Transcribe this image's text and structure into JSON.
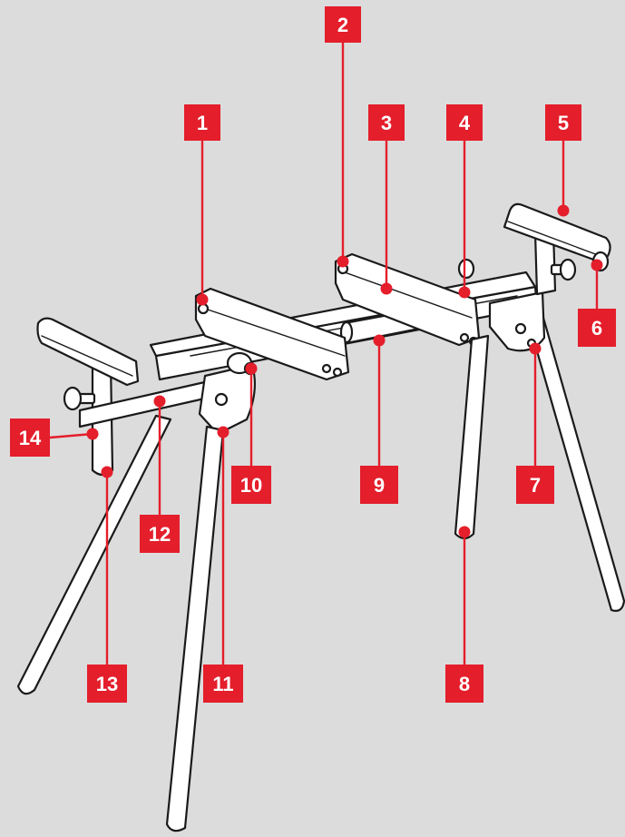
{
  "callouts": [
    {
      "number": "1"
    },
    {
      "number": "2"
    },
    {
      "number": "3"
    },
    {
      "number": "4"
    },
    {
      "number": "5"
    },
    {
      "number": "6"
    },
    {
      "number": "7"
    },
    {
      "number": "8"
    },
    {
      "number": "9"
    },
    {
      "number": "10"
    },
    {
      "number": "11"
    },
    {
      "number": "12"
    },
    {
      "number": "13"
    },
    {
      "number": "14"
    }
  ],
  "colors": {
    "background": "#dcdcdc",
    "callout_red": "#e41e2b",
    "line_art": "#1a1a1a",
    "part_fill": "#ffffff"
  }
}
